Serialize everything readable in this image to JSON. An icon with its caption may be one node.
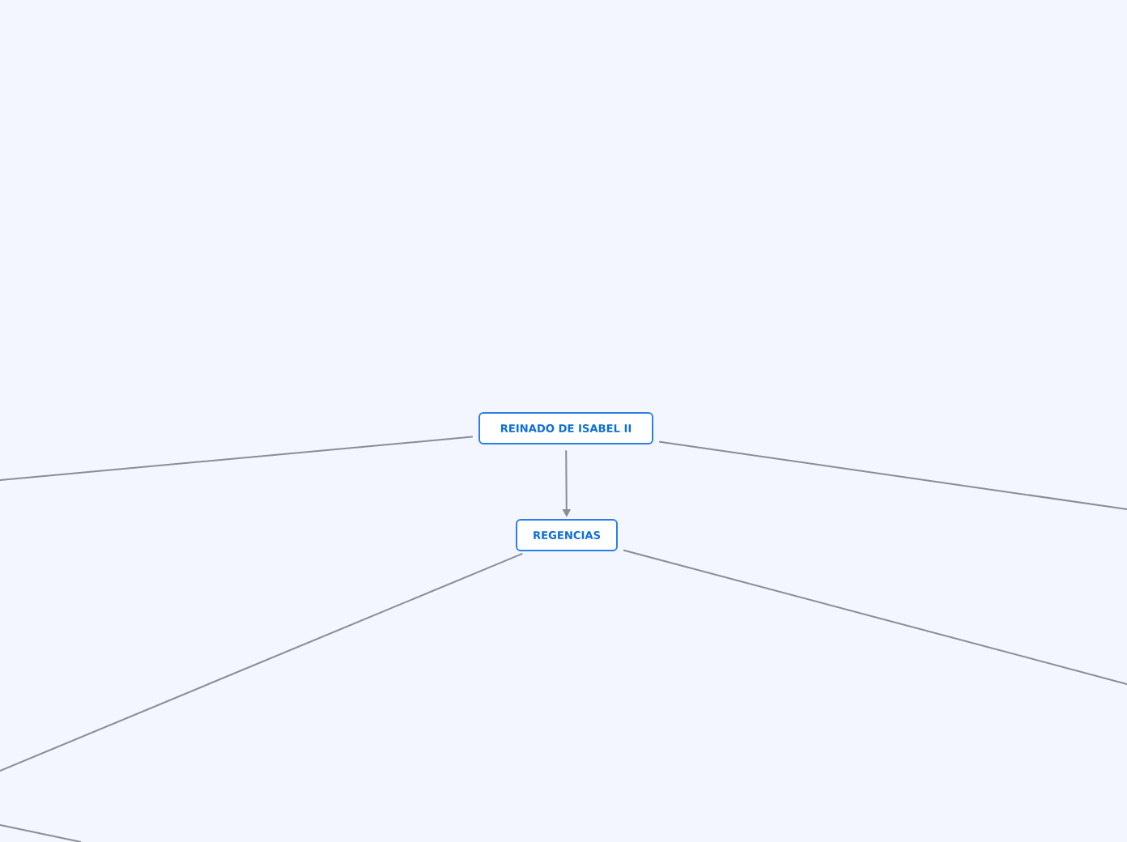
{
  "diagram": {
    "nodes": [
      {
        "text": [
          "REINADO DE ISABEL II"
        ]
      },
      {
        "text": [
          "REGENCIAS"
        ]
      }
    ],
    "edges": [
      {
        "from": 0,
        "to": 1,
        "arrow": "to"
      },
      {
        "from": 0,
        "to": null,
        "arrow": "none"
      },
      {
        "from": 0,
        "to": null,
        "arrow": "none"
      },
      {
        "from": 1,
        "to": null,
        "arrow": "none"
      },
      {
        "from": 1,
        "to": null,
        "arrow": "none"
      }
    ]
  }
}
